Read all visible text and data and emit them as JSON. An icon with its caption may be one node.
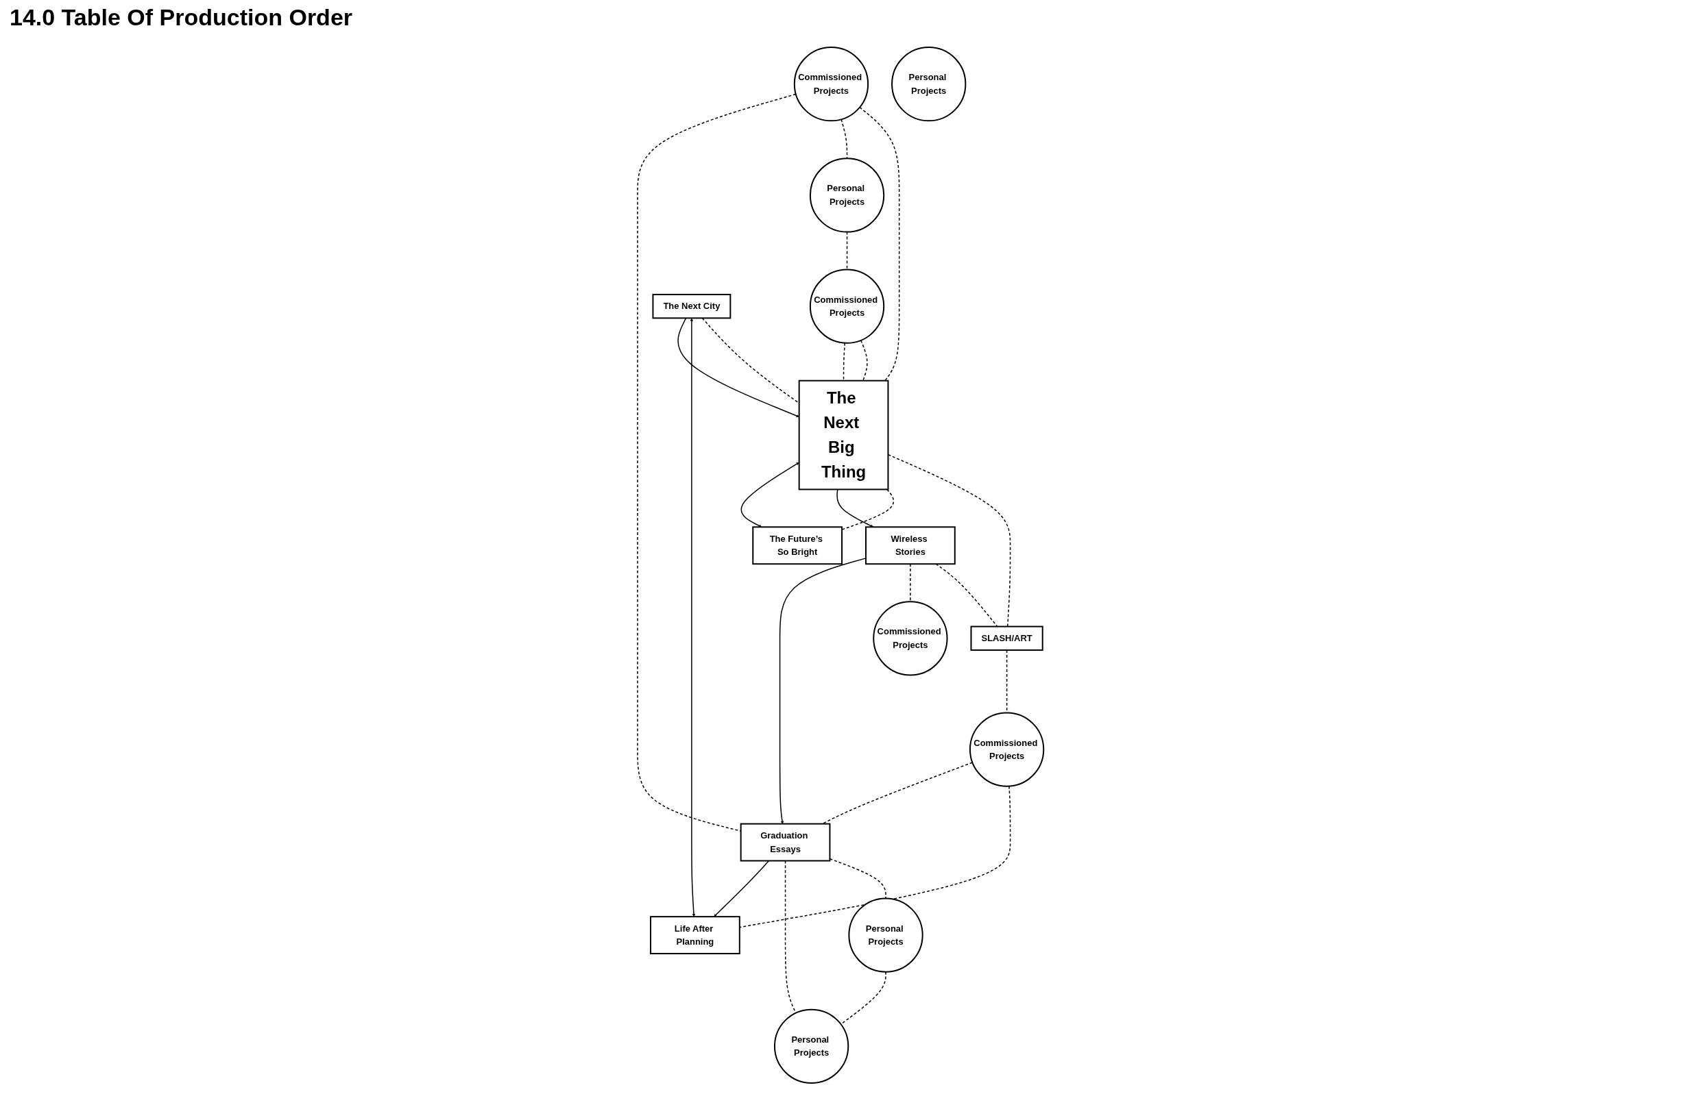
{
  "diagram": {
    "title": "14.0 Table Of Production Order",
    "nodes": [
      {
        "text": [
          "The Future’s So Bright"
        ]
      },
      {
        "text": [
          "Wireless Stories"
        ]
      },
      {
        "text": [
          "Commissioned Projects"
        ]
      },
      {
        "text": [
          "Personal Projects"
        ]
      },
      {
        "text": [
          "Commissioned Projects"
        ]
      },
      {
        "text": [
          "The Next Big Thing"
        ]
      },
      {
        "text": [
          "Graduation Essays"
        ]
      },
      {
        "text": [
          "SLASH/ART"
        ]
      },
      {
        "text": [
          "Personal Projects"
        ]
      },
      {
        "text": [
          "Personal Projects"
        ]
      },
      {
        "text": [
          "Commissioned Projects"
        ]
      },
      {
        "text": [
          "Life After Planning"
        ]
      },
      {
        "text": [
          "Commissioned Projects"
        ]
      },
      {
        "text": [
          "The Next City"
        ]
      },
      {
        "text": [
          "Personal Projects"
        ]
      }
    ],
    "edges": [
      {
        "from": 5,
        "to": 0,
        "arrow": "both"
      },
      {
        "from": 5,
        "to": 1,
        "arrow": "to"
      },
      {
        "from": 1,
        "to": 6,
        "arrow": "to"
      },
      {
        "from": 6,
        "to": 11,
        "arrow": "to"
      },
      {
        "from": 13,
        "to": 5,
        "arrow": "to"
      },
      {
        "from": 13,
        "to": 11,
        "arrow": "both"
      },
      {
        "from": 0,
        "to": 5,
        "arrow": "none",
        "style": "dashed"
      },
      {
        "from": 1,
        "to": 2,
        "arrow": "none",
        "style": "dashed"
      },
      {
        "from": 4,
        "to": 6,
        "arrow": "none",
        "style": "dashed"
      },
      {
        "from": 1,
        "to": 7,
        "arrow": "none",
        "style": "dashed"
      },
      {
        "from": 4,
        "to": 8,
        "arrow": "none",
        "style": "dashed"
      },
      {
        "from": 4,
        "to": 5,
        "arrow": "none",
        "style": "dashed"
      },
      {
        "from": 5,
        "to": 7,
        "arrow": "none",
        "style": "dashed"
      },
      {
        "from": 6,
        "to": 14,
        "arrow": "none",
        "style": "dashed"
      },
      {
        "from": 6,
        "to": 3,
        "arrow": "none",
        "style": "dashed"
      },
      {
        "from": 3,
        "to": 14,
        "arrow": "none",
        "style": "dashed"
      },
      {
        "from": 6,
        "to": 10,
        "arrow": "none",
        "style": "dashed"
      },
      {
        "from": 7,
        "to": 10,
        "arrow": "none",
        "style": "dashed"
      },
      {
        "from": 8,
        "to": 12,
        "arrow": "none",
        "style": "dashed"
      },
      {
        "from": 5,
        "to": 12,
        "arrow": "none",
        "style": "dashed"
      },
      {
        "from": 12,
        "to": 5,
        "arrow": "none",
        "style": "dashed"
      },
      {
        "from": 5,
        "to": 13,
        "arrow": "none",
        "style": "dashed"
      },
      {
        "from": 10,
        "to": 11,
        "arrow": "none",
        "style": "dashed"
      }
    ]
  }
}
